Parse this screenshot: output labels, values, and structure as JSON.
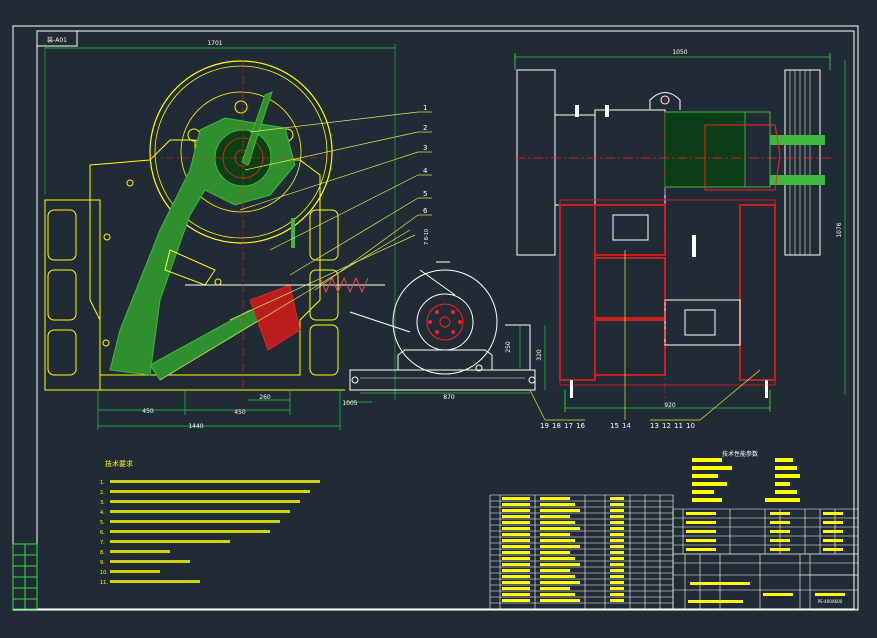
{
  "title_tag": "装-A01",
  "colors": {
    "background": "#202b36",
    "frame": "#ffffff",
    "outline_yellow": "#ffff00",
    "centerline_red": "#ff2020",
    "part_green": "#3fb83f",
    "part_red": "#c81e1e",
    "dimension_green": "#27c93f",
    "callout_line": "#e8e84a"
  },
  "front_view": {
    "top_dimension": "1701",
    "callouts": [
      "1",
      "2",
      "3",
      "4",
      "5",
      "6"
    ],
    "callout_side_label": "7 8-10",
    "bottom_dims": {
      "left": "450",
      "middle": "450",
      "small": "260",
      "overall": "1440"
    }
  },
  "motor_view": {
    "dims": {
      "height_250": "250",
      "height_320": "320",
      "width_870": "870",
      "left_1005": "1005"
    },
    "bottom_labels": [
      "19",
      "18",
      "17",
      "16"
    ]
  },
  "side_view": {
    "top_dimension": "1050",
    "right_dimension": "1076",
    "bottom_dimension": "920",
    "bottom_labels_left": [
      "15",
      "14"
    ],
    "bottom_labels_right": [
      "13",
      "12",
      "11",
      "10"
    ]
  },
  "notes": {
    "heading": "技术要求",
    "lines": [
      "1.",
      "2.",
      "3.",
      "4.",
      "5.",
      "6.",
      "7.",
      "8.",
      "9.",
      "10.",
      "11."
    ]
  },
  "spec_block": {
    "heading": "技术性能参数"
  },
  "title_block": {
    "drawing_no": "PE-400X600"
  }
}
